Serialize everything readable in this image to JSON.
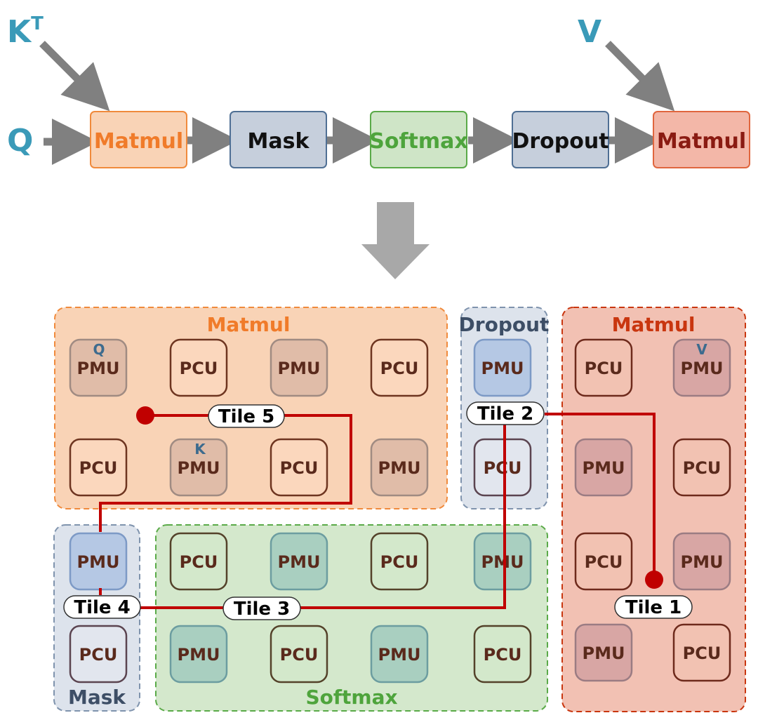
{
  "inputs": {
    "kt_base": "K",
    "kt_sup": "T",
    "v": "V",
    "q": "Q"
  },
  "pipeline": [
    {
      "label": "Matmul",
      "fill": "#f9d3b6",
      "stroke": "#f08a3c",
      "text": "#f07b2a"
    },
    {
      "label": "Mask",
      "fill": "#c6cfdc",
      "stroke": "#4f6f94",
      "text": "#111111"
    },
    {
      "label": "Softmax",
      "fill": "#cfe5c7",
      "stroke": "#5aaa48",
      "text": "#4ea43c"
    },
    {
      "label": "Dropout",
      "fill": "#c6cfdc",
      "stroke": "#4f6f94",
      "text": "#111111"
    },
    {
      "label": "Matmul",
      "fill": "#f3b7a8",
      "stroke": "#e0663e",
      "text": "#8a1b12"
    }
  ],
  "regions": {
    "matmul1": {
      "title": "Matmul",
      "title_color": "#f07b2a"
    },
    "dropout": {
      "title": "Dropout",
      "title_color": "#3d4e66"
    },
    "matmul2": {
      "title": "Matmul",
      "title_color": "#c9360f"
    },
    "mask": {
      "title": "Mask",
      "title_color": "#3d4e66"
    },
    "softmax": {
      "title": "Softmax",
      "title_color": "#4ea43c"
    }
  },
  "units": {
    "pmu": "PMU",
    "pcu": "PCU",
    "q_mark": "Q",
    "k_mark": "K",
    "v_mark": "V"
  },
  "tiles": {
    "t1": "Tile 1",
    "t2": "Tile 2",
    "t3": "Tile 3",
    "t4": "Tile 4",
    "t5": "Tile 5"
  },
  "colors": {
    "arrow_gray": "#808080",
    "big_arrow": "#a8a8a8",
    "input_text": "#3a9ab8",
    "path_red": "#c00000",
    "unit_text": "#5a2a1c"
  }
}
